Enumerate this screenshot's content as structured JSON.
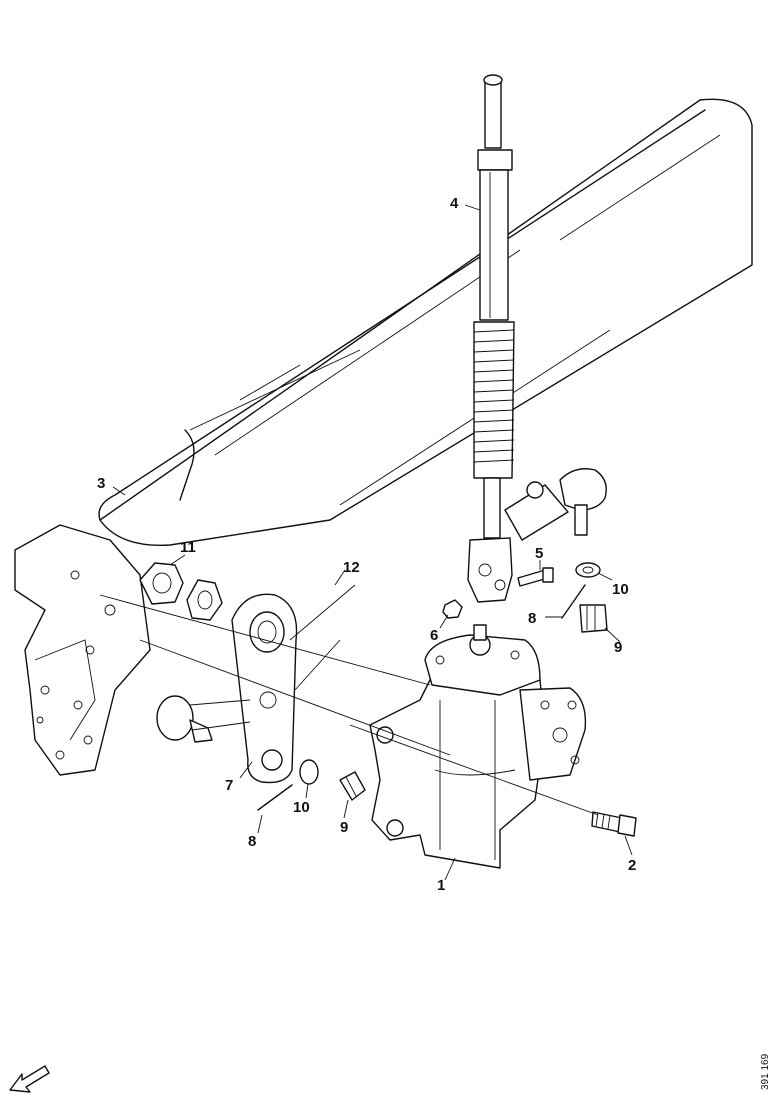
{
  "callouts": {
    "c1": "1",
    "c2": "2",
    "c3": "3",
    "c4": "4",
    "c5": "5",
    "c6": "6",
    "c7": "7",
    "c8a": "8",
    "c8b": "8",
    "c9a": "9",
    "c9b": "9",
    "c10a": "10",
    "c10b": "10",
    "c11": "11",
    "c12": "12"
  },
  "reference_code": "391 169",
  "orientation_icon": "arrow-down-left-icon"
}
